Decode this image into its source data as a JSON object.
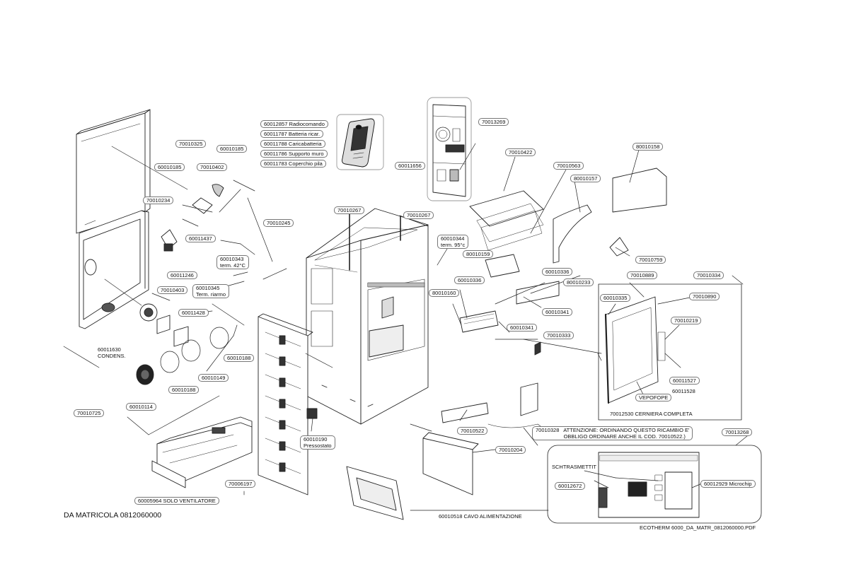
{
  "header_label": "DA MATRICOLA  0812060000",
  "footer_label": "ECOTHERM 6000_DA_MATR_0812060000.PDF",
  "remote_kit": [
    "60012857 Radiocomando",
    "60011787 Batteria ricar.",
    "60011788 Caricabatteria",
    "60011786 Supporto muro",
    "60011783 Coperchio pila"
  ],
  "parts": {
    "p70013269": "70013269",
    "p60011656": "60011656",
    "p70010422": "70010422",
    "p70010563": "70010563",
    "p80010157": "80010157",
    "p80010158": "80010158",
    "p70010325": "70010325",
    "p60010185a": "60010185",
    "p60010185b": "60010185",
    "p70010402": "70010402",
    "p70010234": "70010234",
    "p60011437": "60011437",
    "p70010245": "70010245",
    "p60010343": "60010343\nterm. 42°C",
    "p60010345": "60010345\nTerm. riarmo",
    "p60011246": "60011246",
    "p70010403": "70010403",
    "p60011428": "60011428",
    "p60011630": "60011630\nCONDENS.",
    "p60010188a": "60010188",
    "p60010188b": "60010188",
    "p60010149": "60010149",
    "p60010114": "60010114",
    "p70010725": "70010725",
    "p70010267a": "70010267",
    "p70010267b": "70010267",
    "p60010344": "60010344\nterm. 95°c",
    "p80010159": "80010159",
    "p70010759": "70010759",
    "p60010336a": "60010336",
    "p60010336b": "60010336",
    "p80010233": "80010233",
    "p80010160": "80010160",
    "p60010341a": "60010341",
    "p60010341b": "60010341",
    "p70010333": "70010333",
    "p70010334": "70010334",
    "p70010889": "70010889",
    "p60010335": "60010335",
    "p70010890": "70010890",
    "p70010219": "70010219",
    "p60011527": "60011527",
    "p60011528": "60011528",
    "p_vepofope": "VEPOFOPE",
    "p70012530": "70012530 CERNIERA COMPLETA",
    "p60010190": "60010190\nPressostato",
    "p70010522": "70010522",
    "p70010328": "70010328   ATTENZIONE: ORDINANDO QUESTO RICAMBIO E'\n                   OBBLIGO ORDINARE ANCHE IL COD. 70010522.)",
    "p70010204": "70010204",
    "p70013268": "70013268",
    "p_schtr": "SCHTRASMETTIT",
    "p60012672": "60012672",
    "p60012929": "60012929 Microchip",
    "p70006197": "70006197",
    "p60005964": "60005964 SOLO VENTILATORE",
    "p60010518": "60010518 CAVO ALIMENTAZIONE"
  }
}
